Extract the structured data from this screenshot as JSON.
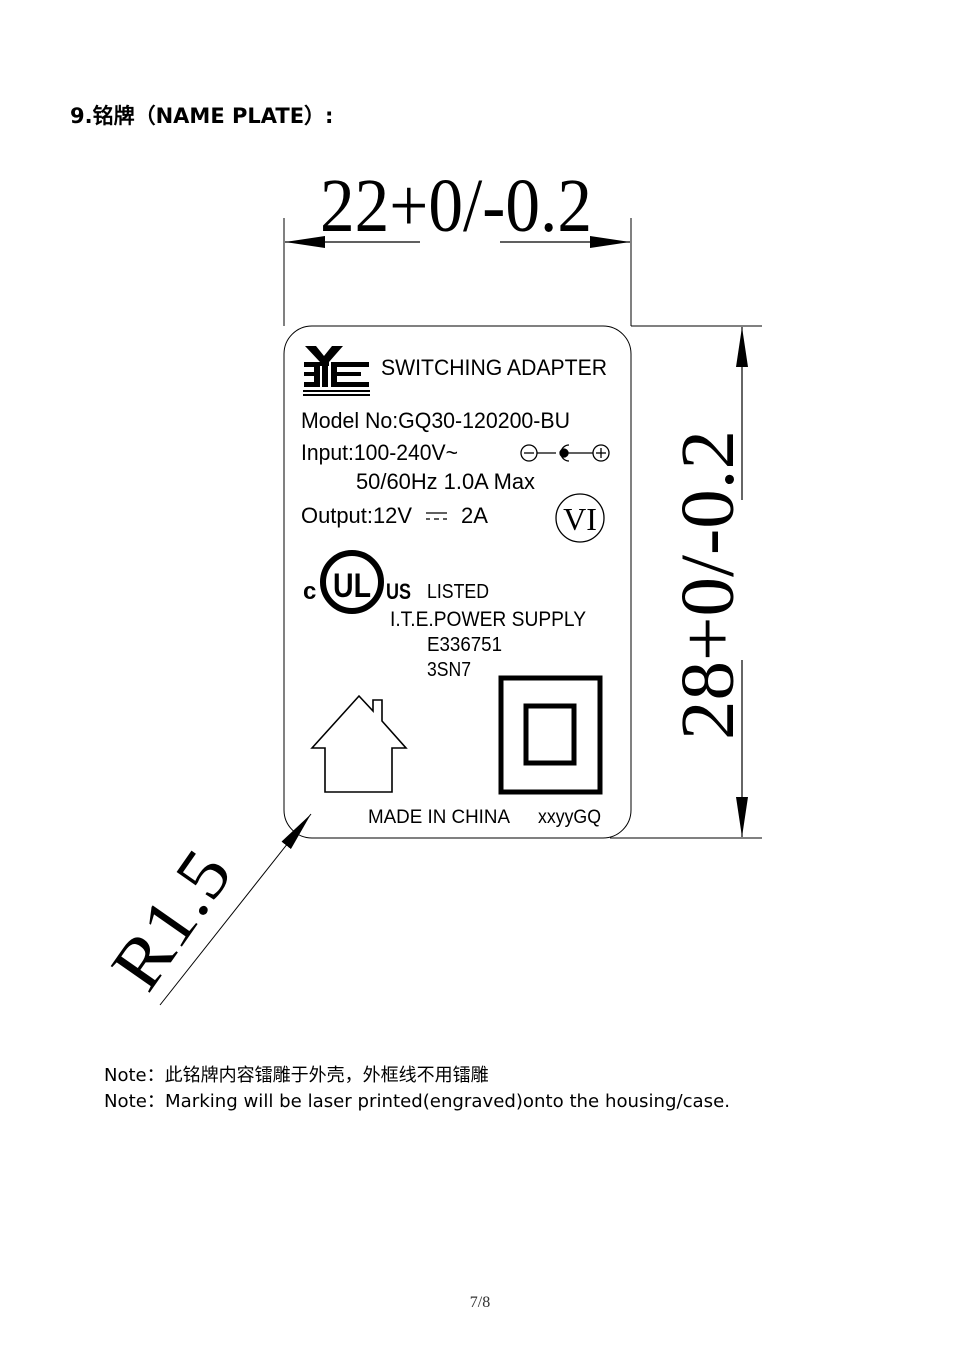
{
  "heading": "9.铭牌（NAME PLATE）:",
  "dimensions": {
    "width": "22+0/-0.2",
    "height": "28+0/-0.2",
    "radius": "R1.5"
  },
  "plate": {
    "logo": "3YE",
    "title": "SWITCHING  ADAPTER",
    "model": "Model No:GQ30-120200-BU",
    "input": "Input:100-240V~",
    "input_rating": "50/60Hz 1.0A  Max",
    "output_label": "Output:12V",
    "output_current": "2A",
    "efficiency_mark": "VI",
    "ul_c": "c",
    "ul_mark": "UL",
    "ul_us": "US",
    "listed": "LISTED",
    "product_type": "I.T.E.POWER SUPPLY",
    "file_number": "E336751",
    "control_number": "3SN7",
    "origin": "MADE  IN  CHINA",
    "date_code": "xxyyGQ"
  },
  "notes": [
    "Note：此铭牌内容镭雕于外壳，外框线不用镭雕",
    "Note：Marking will be laser printed(engraved)onto the housing/case."
  ],
  "page_number": "7/8"
}
